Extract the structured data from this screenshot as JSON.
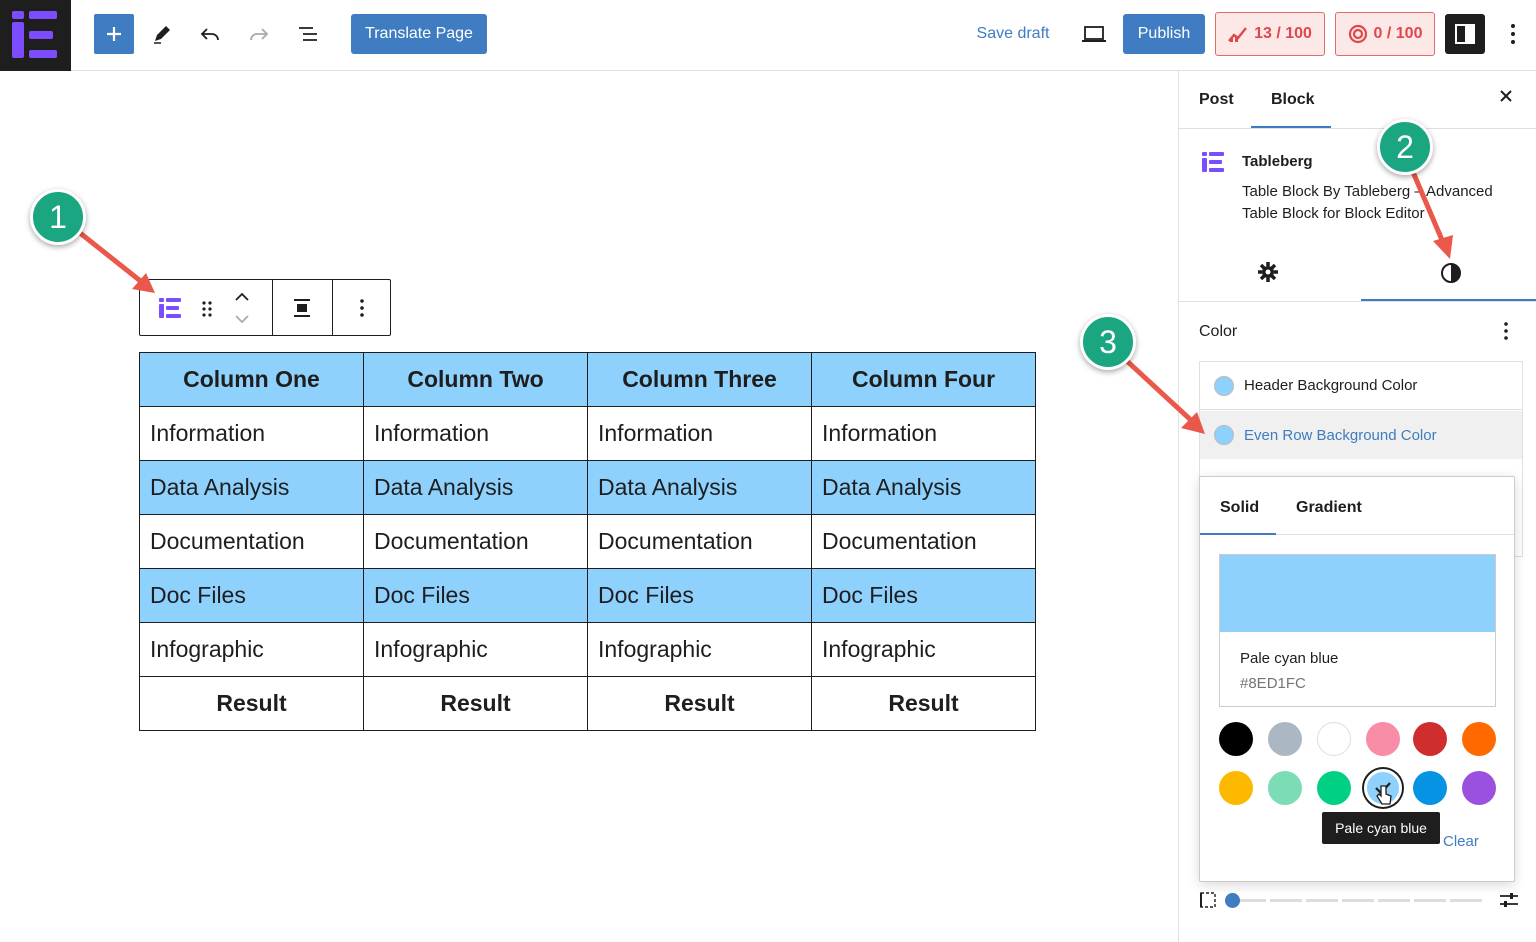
{
  "toolbar": {
    "translate_label": "Translate Page",
    "save_draft_label": "Save draft",
    "publish_label": "Publish",
    "seo_score": "13 / 100",
    "readability_score": "0 / 100"
  },
  "table": {
    "headers": [
      "Column One",
      "Column Two",
      "Column Three",
      "Column Four"
    ],
    "rows": [
      [
        "Information",
        "Information",
        "Information",
        "Information"
      ],
      [
        "Data Analysis",
        "Data Analysis",
        "Data Analysis",
        "Data Analysis"
      ],
      [
        "Documentation",
        "Documentation",
        "Documentation",
        "Documentation"
      ],
      [
        "Doc Files",
        "Doc Files",
        "Doc Files",
        "Doc Files"
      ],
      [
        "Infographic",
        "Infographic",
        "Infographic",
        "Infographic"
      ],
      [
        "Result",
        "Result",
        "Result",
        "Result"
      ]
    ]
  },
  "callouts": [
    "1",
    "2",
    "3"
  ],
  "sidebar": {
    "tab_post": "Post",
    "tab_block": "Block",
    "block_title": "Tableberg",
    "block_description": "Table Block By Tableberg – Advanced Table Block for Block Editor",
    "color_section": "Color",
    "color_items": [
      "Header Background Color",
      "Even Row Background Color"
    ],
    "popover": {
      "tab_solid": "Solid",
      "tab_gradient": "Gradient",
      "color_name": "Pale cyan blue",
      "color_hex": "#8ED1FC",
      "tooltip": "Pale cyan blue",
      "clear_label": "Clear"
    }
  },
  "colors": {
    "accent": "#3f7cc1",
    "table_highlight": "#8ed1fc",
    "callout": "#1aa681",
    "arrow": "#e9584a",
    "palette": [
      "#000000",
      "#abb8c3",
      "#ffffff",
      "#f78da7",
      "#cf2e2e",
      "#ff6900",
      "#fcb900",
      "#7bdcb5",
      "#00d084",
      "#8ed1fc",
      "#0693e3",
      "#9b51e0"
    ]
  },
  "icons": [
    "tableberg-logo-icon",
    "plus-icon",
    "pencil-icon",
    "undo-icon",
    "redo-icon",
    "list-view-icon",
    "desktop-preview-icon",
    "sidebar-icon",
    "more-vertical-icon",
    "drag-handle-icon",
    "move-up-icon",
    "move-down-icon",
    "align-center-icon",
    "gear-icon",
    "contrast-icon",
    "close-icon",
    "cursor-hand-icon"
  ]
}
